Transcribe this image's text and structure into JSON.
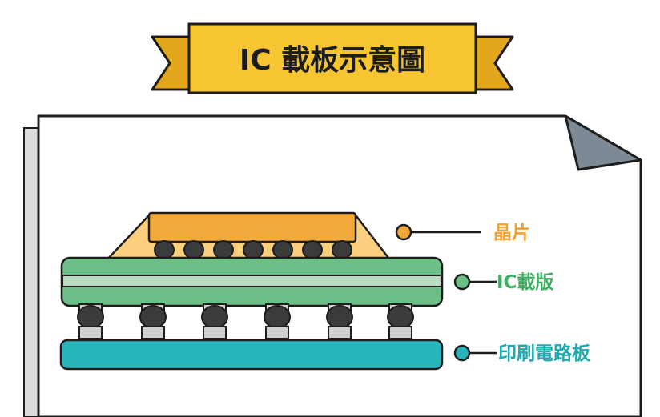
{
  "title": "IC 載板示意圖",
  "labels": {
    "chip": "晶片",
    "substrate": "IC載版",
    "pcb": "印刷電路板"
  },
  "colors": {
    "banner": "#f6c531",
    "banner_dark": "#e3a71d",
    "chip": "#f3a93a",
    "chip_outline": "#c67f1d",
    "encapsulant": "#fbcf7d",
    "substrate": "#6cbf86",
    "substrate_stripe": "#b9dcc1",
    "pcb": "#26b5bb",
    "ball": "#3b3b3b",
    "pad": "#d0d0d0",
    "chip_label": "#f0a132",
    "substrate_label": "#3faf63",
    "pcb_label": "#20a9af",
    "page_fold": "#7e8996"
  },
  "icons": [
    "banner-ribbon",
    "paper-sheet",
    "folded-corner",
    "solder-ball",
    "label-dot"
  ]
}
